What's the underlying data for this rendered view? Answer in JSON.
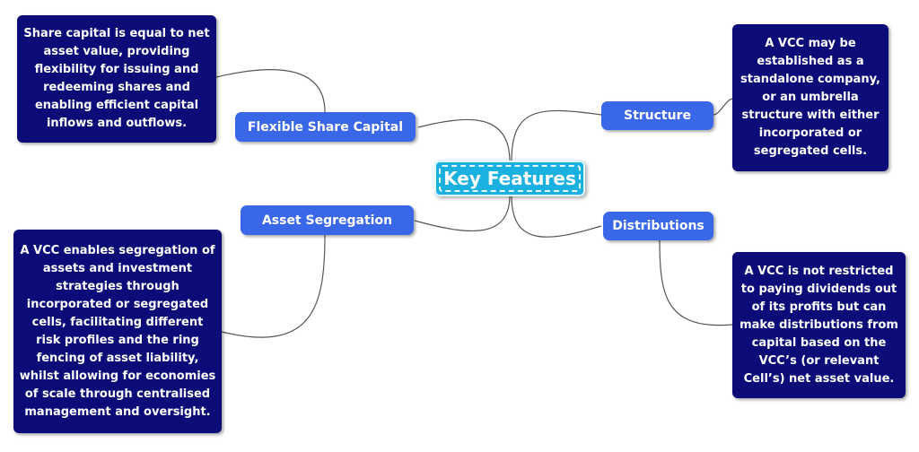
{
  "center": {
    "label": "Key Features"
  },
  "branches": {
    "flexible": {
      "label": "Flexible Share Capital",
      "note": "Share capital is equal to net asset value, providing flexibility for issuing and redeeming shares and enabling efficient capital inflows and outflows."
    },
    "structure": {
      "label": "Structure",
      "note": "A VCC may be established as a standalone company, or an umbrella structure with either incorporated or segregated cells."
    },
    "segregation": {
      "label": "Asset Segregation",
      "note": "A VCC enables segregation of assets and investment strategies through incorporated or segregated cells, facilitating different risk profiles and the ring fencing of asset liability, whilst allowing for economies of scale through centralised management and oversight."
    },
    "distributions": {
      "label": "Distributions",
      "note": "A VCC is not restricted to paying dividends out of its profits but can make distributions from capital based on the VCC’s (or relevant Cell’s) net asset value."
    }
  },
  "colors": {
    "center": "#1ab0e0",
    "branch": "#3a67e8",
    "note": "#0b0c78",
    "connector": "#555555"
  }
}
